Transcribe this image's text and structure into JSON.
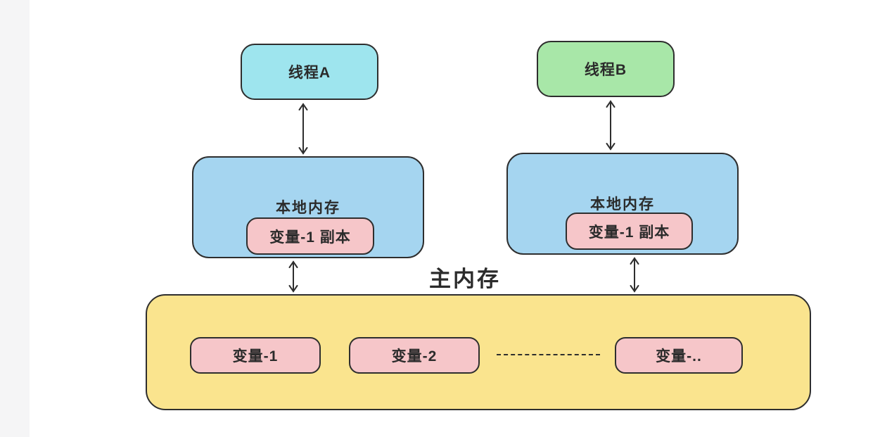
{
  "diagram": {
    "thread_a": {
      "label": "线程A"
    },
    "thread_b": {
      "label": "线程B"
    },
    "local_memory_a": {
      "title": "本地内存",
      "variable_copy": "变量-1 副本"
    },
    "local_memory_b": {
      "title": "本地内存",
      "variable_copy": "变量-1 副本"
    },
    "main_memory": {
      "title": "主内存",
      "variables": [
        "变量-1",
        "变量-2",
        "变量-.."
      ]
    },
    "connections": [
      "thread_a <-> local_memory_a",
      "thread_b <-> local_memory_b",
      "local_memory_a <-> main_memory",
      "local_memory_b <-> main_memory"
    ]
  },
  "colors": {
    "thread_a_bg": "#9ee5ee",
    "thread_b_bg": "#a8e7a8",
    "local_bg": "#a5d5f0",
    "variable_bg": "#f6c6c9",
    "main_bg": "#fae48e",
    "line": "#2e2e2e"
  }
}
